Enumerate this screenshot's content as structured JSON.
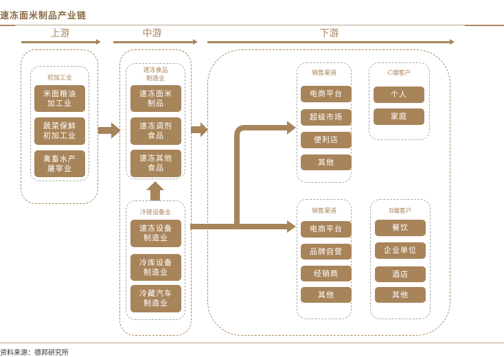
{
  "title": "速冻面米制品产业链",
  "footer": "资料来源：德邦研究所",
  "stages": {
    "upstream": "上游",
    "midstream": "中游",
    "downstream": "下游"
  },
  "upstream": {
    "group_title": "初加工业",
    "items": [
      "米面粮油\n加工业",
      "蔬菜保鲜\n初加工业",
      "禽畜水产\n屠宰业"
    ]
  },
  "midstream": {
    "frozen_food": {
      "group_title": "速冻食品\n制造业",
      "items": [
        "速冻面米\n制品",
        "速冻调剂\n食品",
        "速冻其他\n食品"
      ]
    },
    "cold_chain": {
      "group_title": "冷链设备业",
      "items": [
        "速冻设备\n制造业",
        "冷库设备\n制造业",
        "冷藏汽车\n制造业"
      ]
    }
  },
  "downstream": {
    "sales_c": {
      "group_title": "销售渠道",
      "items": [
        "电商平台",
        "超级市场",
        "便利店",
        "其他"
      ]
    },
    "customers_c": {
      "group_title": "C端客户",
      "items": [
        "个人",
        "家庭"
      ]
    },
    "sales_b": {
      "group_title": "销售渠道",
      "items": [
        "电商平台",
        "品牌自营",
        "经销商",
        "其他"
      ]
    },
    "customers_b": {
      "group_title": "B端客户",
      "items": [
        "餐饮",
        "企业单位",
        "酒店",
        "其他"
      ]
    }
  },
  "colors": {
    "accent": "#a8845a",
    "inner_border": "#a6a6a6"
  }
}
